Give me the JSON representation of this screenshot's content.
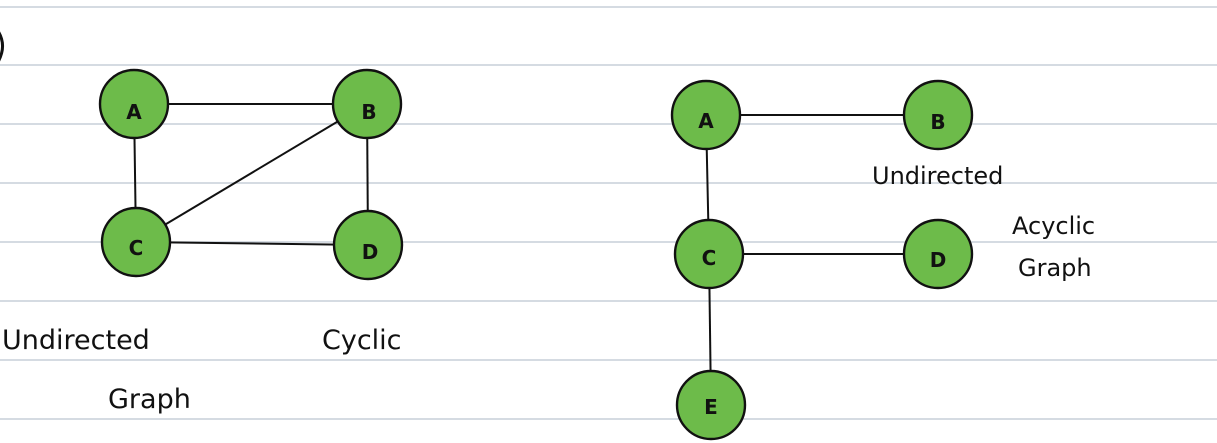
{
  "colors": {
    "node_fill": "#6dbb4a",
    "outline": "#111111",
    "ruled_line": "#c7cfd8"
  },
  "cyclic_graph": {
    "nodes": {
      "a": "A",
      "b": "B",
      "c": "C",
      "d": "D"
    },
    "caption": {
      "line1": "Undirected",
      "cyclic": "Cyclic",
      "line2": "Graph"
    }
  },
  "acyclic_graph": {
    "nodes": {
      "a": "A",
      "b": "B",
      "c": "C",
      "d": "D",
      "e": "E"
    },
    "caption": {
      "line1": "Undirected",
      "line2": "Acyclic",
      "line3": "Graph"
    }
  }
}
